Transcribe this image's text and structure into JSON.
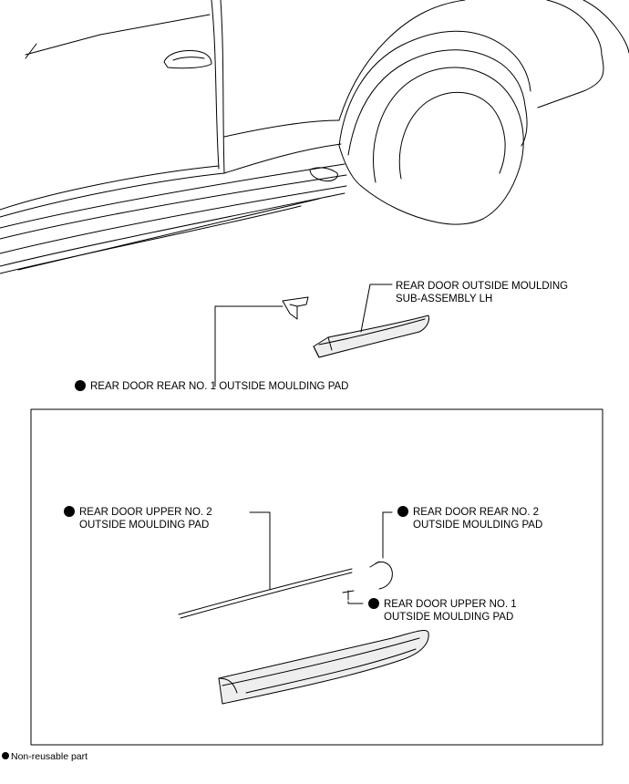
{
  "labels": {
    "outside_moulding_line1": "REAR DOOR OUTSIDE MOULDING",
    "outside_moulding_line2": "SUB-ASSEMBLY LH",
    "rear_no1_pad": "REAR DOOR REAR NO. 1 OUTSIDE MOULDING PAD",
    "upper_no2_line1": "REAR DOOR UPPER NO. 2",
    "upper_no2_line2": "OUTSIDE MOULDING PAD",
    "rear_no2_line1": "REAR DOOR REAR NO. 2",
    "rear_no2_line2": "OUTSIDE MOULDING PAD",
    "upper_no1_line1": "REAR DOOR UPPER NO. 1",
    "upper_no1_line2": "OUTSIDE MOULDING PAD"
  },
  "legend": {
    "text": "Non-reusable part",
    "symbol": "black-filled-circle"
  },
  "colors": {
    "line": "#000000",
    "background": "#ffffff",
    "moulding_fill": "#eeeeee"
  }
}
